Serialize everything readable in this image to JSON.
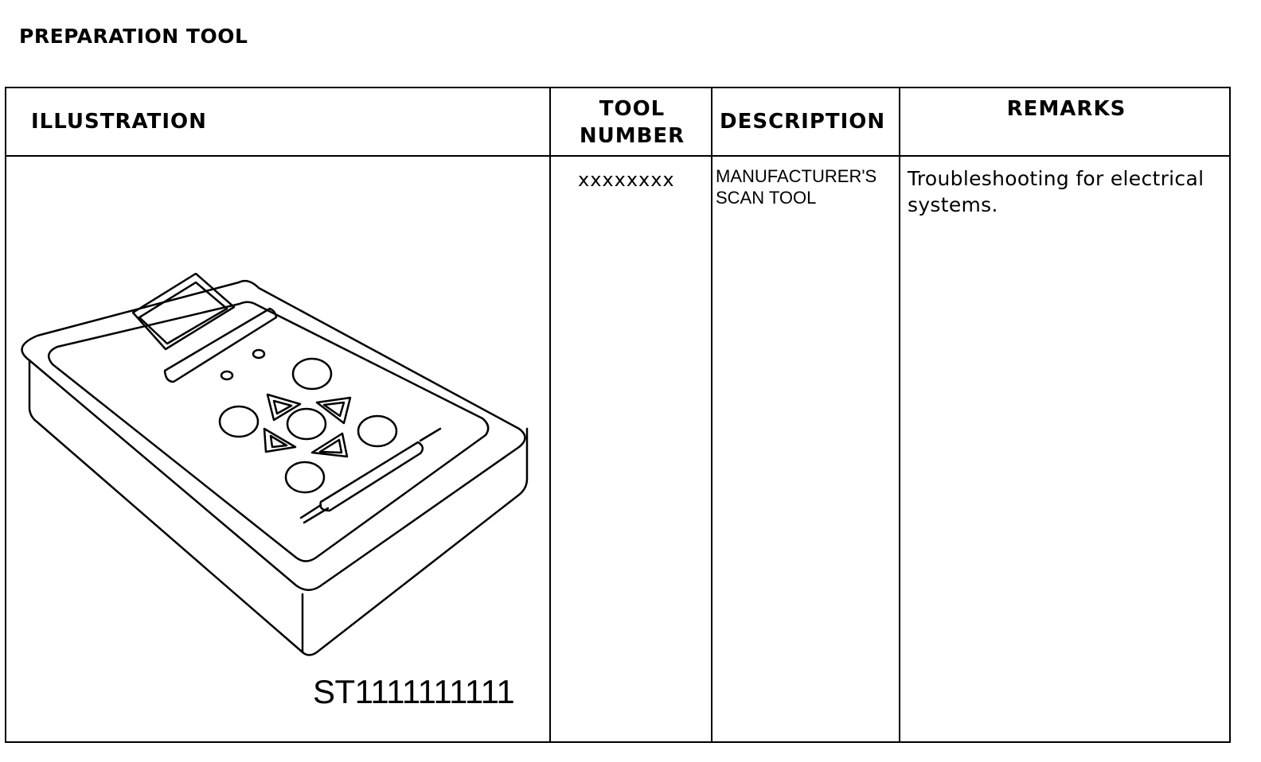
{
  "page": {
    "title": "PREPARATION TOOL"
  },
  "table": {
    "headers": {
      "illustration": "ILLUSTRATION",
      "tool_number": "TOOL NUMBER",
      "description": "DESCRIPTION",
      "remarks": "REMARKS"
    },
    "rows": [
      {
        "illustration_code": "ST1111111111",
        "illustration_icon": "scan-tool-device-drawing",
        "tool_number": "xxxxxxxx",
        "description": "MANUFACTURER'S\nSCAN TOOL",
        "remarks": "Troubleshooting for electrical systems."
      }
    ]
  }
}
